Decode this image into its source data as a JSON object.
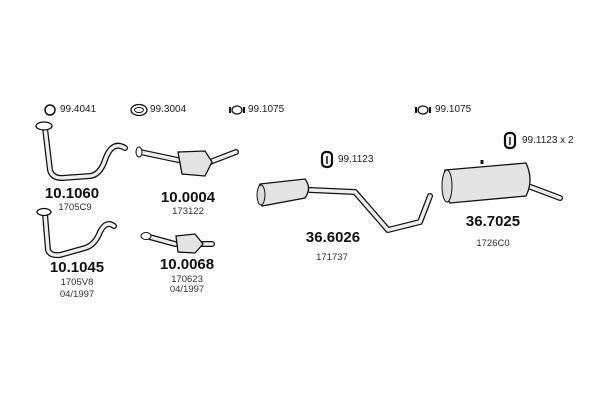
{
  "accessories": [
    {
      "ref": "99.4041",
      "icon": "o-ring-icon"
    },
    {
      "ref": "99.3004",
      "icon": "gasket-ring-icon"
    },
    {
      "ref": "99.1075",
      "icon": "clamp-icon"
    },
    {
      "ref": "99.1075",
      "icon": "clamp-icon"
    },
    {
      "ref": "99.1123",
      "icon": "rubber-hanger-icon"
    },
    {
      "ref": "99.1123 x 2",
      "icon": "rubber-hanger-icon"
    }
  ],
  "parts": [
    {
      "number": "10.1060",
      "codes": [
        "1705C9"
      ]
    },
    {
      "number": "10.0004",
      "codes": [
        "173122"
      ]
    },
    {
      "number": "10.1045",
      "codes": [
        "1705V8",
        "04/1997"
      ]
    },
    {
      "number": "10.0068",
      "codes": [
        "170623",
        "04/1997"
      ]
    },
    {
      "number": "36.6026",
      "codes": [
        "171737"
      ]
    },
    {
      "number": "36.7025",
      "codes": [
        "1726C0"
      ]
    }
  ]
}
